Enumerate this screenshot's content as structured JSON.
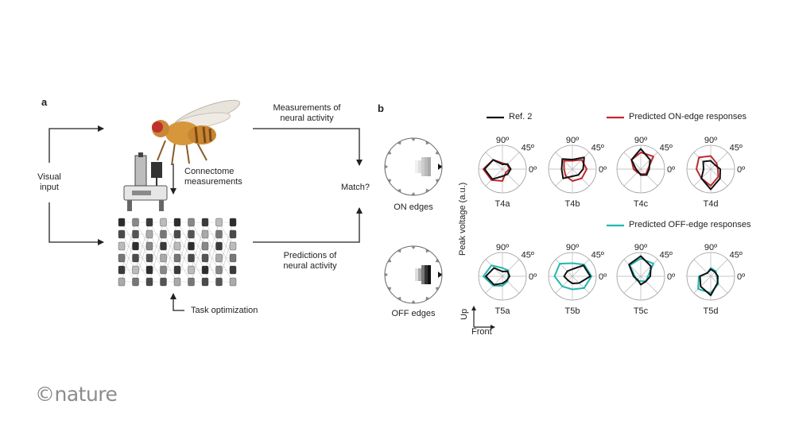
{
  "panel_a": {
    "label": "a",
    "visual_input": "Visual\ninput",
    "connectome": "Connectome\nmeasurements",
    "measurements": "Measurements of\nneural activity",
    "predictions": "Predictions of\nneural activity",
    "match": "Match?",
    "task": "Task optimization"
  },
  "panel_b": {
    "label": "b",
    "on_edges": "ON edges",
    "off_edges": "OFF edges",
    "ylabel": "Peak voltage (a.u.)",
    "axis_up": "Up",
    "axis_front": "Front",
    "legend_ref": "Ref. 2",
    "legend_on": "Predicted ON-edge responses",
    "legend_off": "Predicted OFF-edge responses",
    "tick_90": "90º",
    "tick_45": "45º",
    "tick_0": "0º",
    "colors": {
      "ref": "#111111",
      "on": "#c0282e",
      "off": "#22b6b0"
    },
    "cells_on": [
      "T4a",
      "T4b",
      "T4c",
      "T4d"
    ],
    "cells_off": [
      "T5a",
      "T5b",
      "T5c",
      "T5d"
    ]
  },
  "logo": "©nature"
}
